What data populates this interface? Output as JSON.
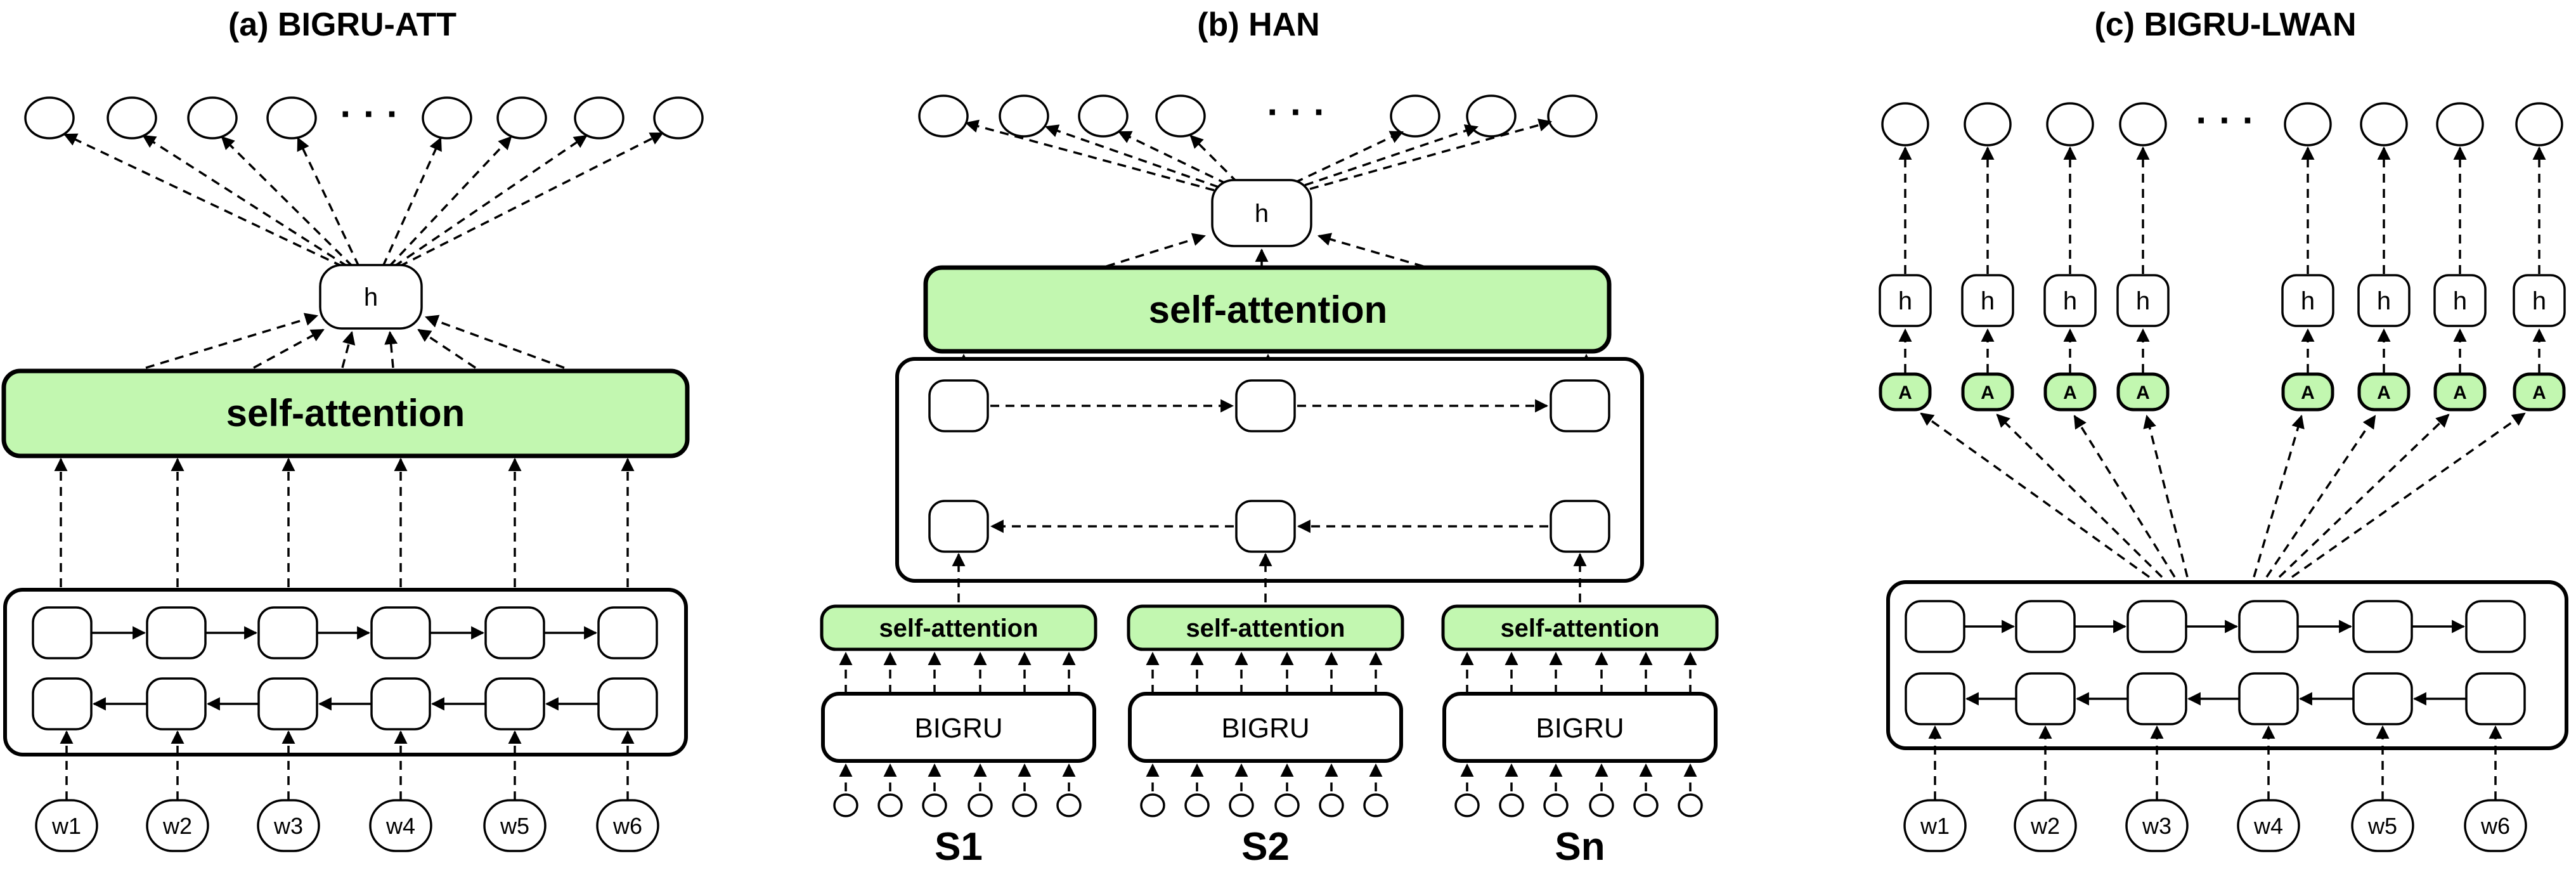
{
  "panels": {
    "a": {
      "title": "(a) BIGRU-ATT",
      "attention_label": "self-attention",
      "hidden_label": "h",
      "ellipsis": "· · ·",
      "inputs": [
        "w1",
        "w2",
        "w3",
        "w4",
        "w5",
        "w6"
      ]
    },
    "b": {
      "title": "(b) HAN",
      "attention_label": "self-attention",
      "hidden_label": "h",
      "ellipsis": "· · ·",
      "sentence_attention_label": "self-attention",
      "encoder_label": "BIGRU",
      "sentences": [
        "S1",
        "S2",
        "Sn"
      ]
    },
    "c": {
      "title": "(c) BIGRU-LWAN",
      "hidden_label": "h",
      "label_attention_label": "A",
      "ellipsis": "· · ·",
      "inputs": [
        "w1",
        "w2",
        "w3",
        "w4",
        "w5",
        "w6"
      ]
    }
  },
  "colors": {
    "attention_fill": "#c2f7b0",
    "stroke": "#000000",
    "background": "#ffffff"
  }
}
